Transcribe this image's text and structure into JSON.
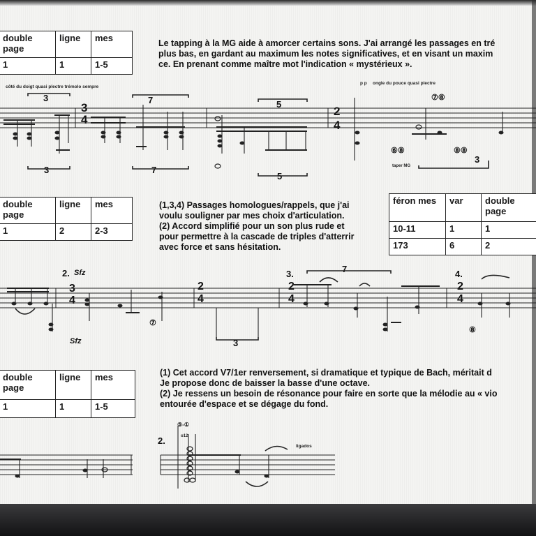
{
  "section1": {
    "table": {
      "headers": [
        "double page",
        "ligne",
        "mes"
      ],
      "row": [
        "1",
        "1",
        "1-5"
      ]
    },
    "text": "Le tapping à la MG aide à amorcer certains sons. J'ai arrangé les passages en tré\nplus bas, en gardant au maximum les notes significatives, et en visant un maxim\nce. En prenant comme maître mot l'indication « mystérieux ».",
    "annotations": {
      "left": "côté du doigt quasi plectre trémolo sempre",
      "right": "ongle du pouce quasi plectre",
      "pp": "p  p",
      "taper": "taper MG",
      "tuplets": [
        "3",
        "7",
        "5",
        "3",
        "7",
        "5",
        "3"
      ],
      "time": [
        "3",
        "4",
        "2",
        "4"
      ],
      "strings": [
        "⑦⑧",
        "⑥⑧",
        "⑧⑧"
      ]
    }
  },
  "section2": {
    "table_left": {
      "headers": [
        "double page",
        "ligne",
        "mes"
      ],
      "row": [
        "1",
        "2",
        "2-3"
      ]
    },
    "text": "(1,3,4)  Passages homologues/rappels, que j'ai\nvoulu souligner par mes choix d'articulation.\n(2) Accord simplifié pour un son plus rude et\npour permettre à la cascade de triples d'atterrir\navec force et sans hésitation.",
    "table_right": {
      "headers": [
        "féron mes",
        "var",
        "double page"
      ],
      "rows": [
        [
          "10-11",
          "1",
          "1"
        ],
        [
          "173",
          "6",
          "2"
        ]
      ]
    },
    "annotations": {
      "marks": [
        "2.",
        "3.",
        "4."
      ],
      "sfz": "Sfz",
      "sfz_low": "Sfz",
      "tuplets": [
        "7",
        "3"
      ],
      "time": [
        "3",
        "4",
        "2",
        "4",
        "2",
        "4",
        "2",
        "4"
      ],
      "strings": [
        "⑦",
        "⑧"
      ]
    }
  },
  "section3": {
    "table": {
      "headers": [
        "double page",
        "ligne",
        "mes"
      ],
      "row": [
        "1",
        "1",
        "1-5"
      ]
    },
    "text": "(1) Cet accord V7/1er renversement, si dramatique et typique de Bach, méritait d\nJe propose donc de baisser la basse d'une octave.\n(2) Je ressens un besoin de résonance pour faire en sorte que la mélodie au « vio\nentourée d'espace et se dégage du fond.",
    "annotations": {
      "mark": "2.",
      "strings": "⑤-①",
      "fret": "o12",
      "ligados": "ligados"
    }
  }
}
